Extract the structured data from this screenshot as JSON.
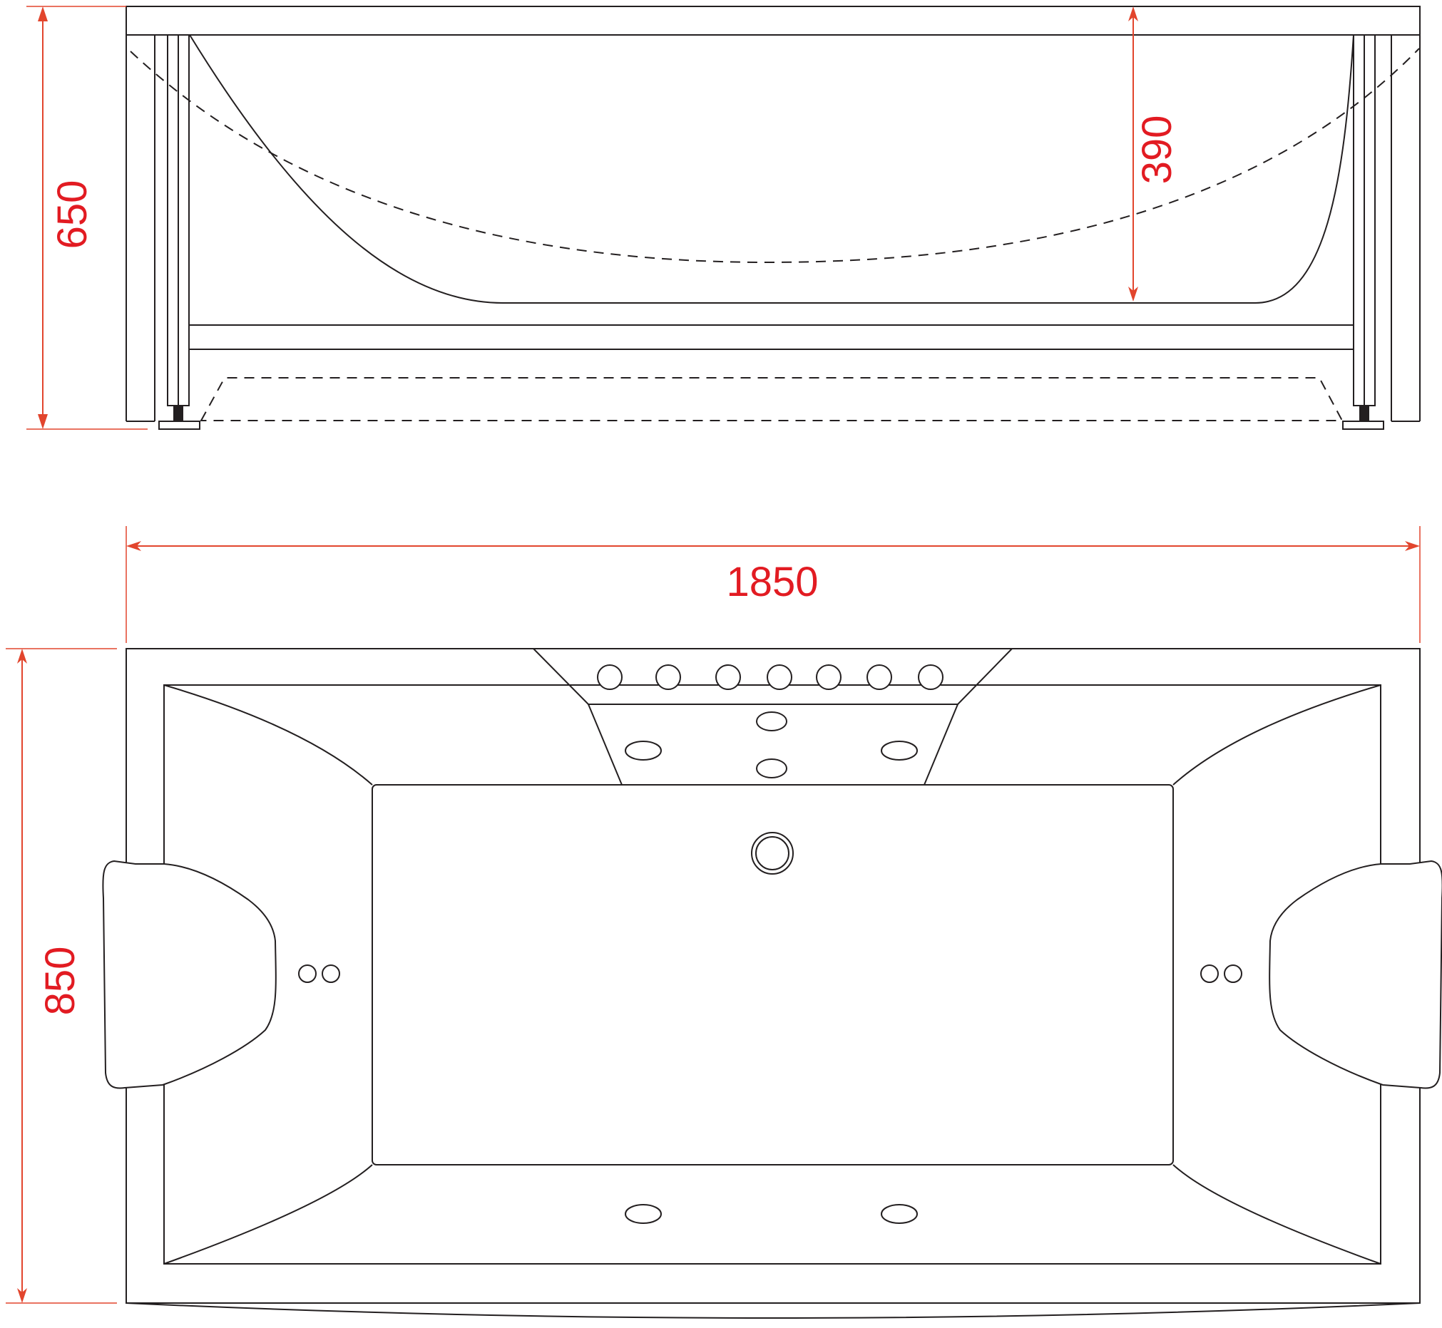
{
  "dimensions": {
    "height_total": "650",
    "depth_inner": "390",
    "length": "1850",
    "width": "850"
  },
  "colors": {
    "line": "#231f20",
    "dimension": "#e2452d",
    "dimension_text": "#e21b22"
  }
}
